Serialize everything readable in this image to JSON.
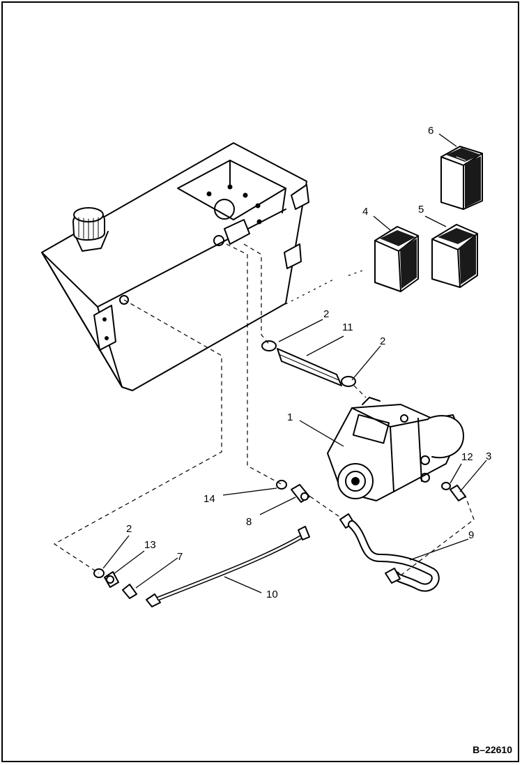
{
  "figure": {
    "reference_code": "B–22610",
    "callouts": [
      "1",
      "2",
      "2",
      "2",
      "3",
      "4",
      "5",
      "6",
      "7",
      "8",
      "9",
      "10",
      "11",
      "12",
      "13",
      "14"
    ]
  },
  "colors": {
    "line": "#000000",
    "background": "#ffffff",
    "filter_dark": "#1a1a1a"
  }
}
